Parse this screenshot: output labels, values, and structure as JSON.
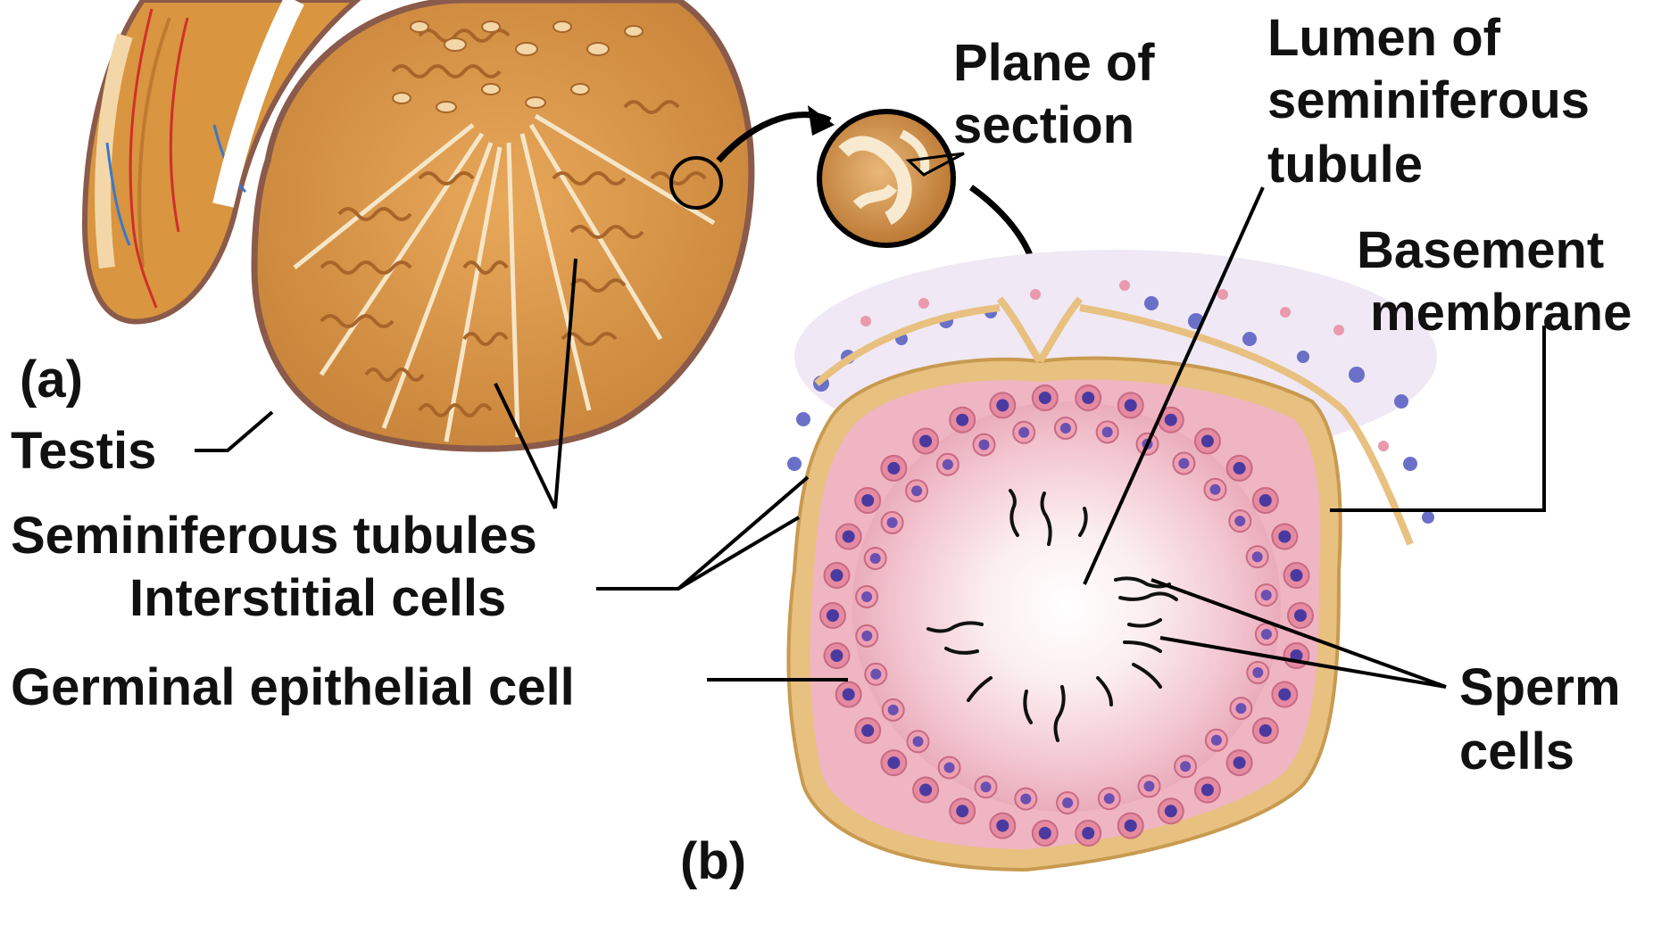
{
  "labels": {
    "panel_a": "(a)",
    "panel_b": "(b)",
    "testis": "Testis",
    "seminiferous_tubules": "Seminiferous tubules",
    "interstitial_cells": "Interstitial cells",
    "germinal_epithelial_cell": "Germinal epithelial cell",
    "plane_of_section_line1": "Plane of",
    "plane_of_section_line2": "section",
    "lumen_line1": "Lumen of",
    "lumen_line2": "seminiferous",
    "lumen_line3": "tubule",
    "basement_line1": "Basement",
    "basement_line2": "membrane",
    "sperm_line1": "Sperm",
    "sperm_line2": "cells"
  },
  "colors": {
    "tissue_orange": "#d9953f",
    "tissue_light": "#f0c27a",
    "tissue_dark": "#a8652a",
    "capsule": "#8a5a4a",
    "vessel_red": "#d0302a",
    "vessel_blue": "#3a78c8",
    "cell_pink": "#e58aa0",
    "cell_nucleus": "#4a3aa0",
    "wall_tan": "#e8c080",
    "leader": "#000000"
  }
}
